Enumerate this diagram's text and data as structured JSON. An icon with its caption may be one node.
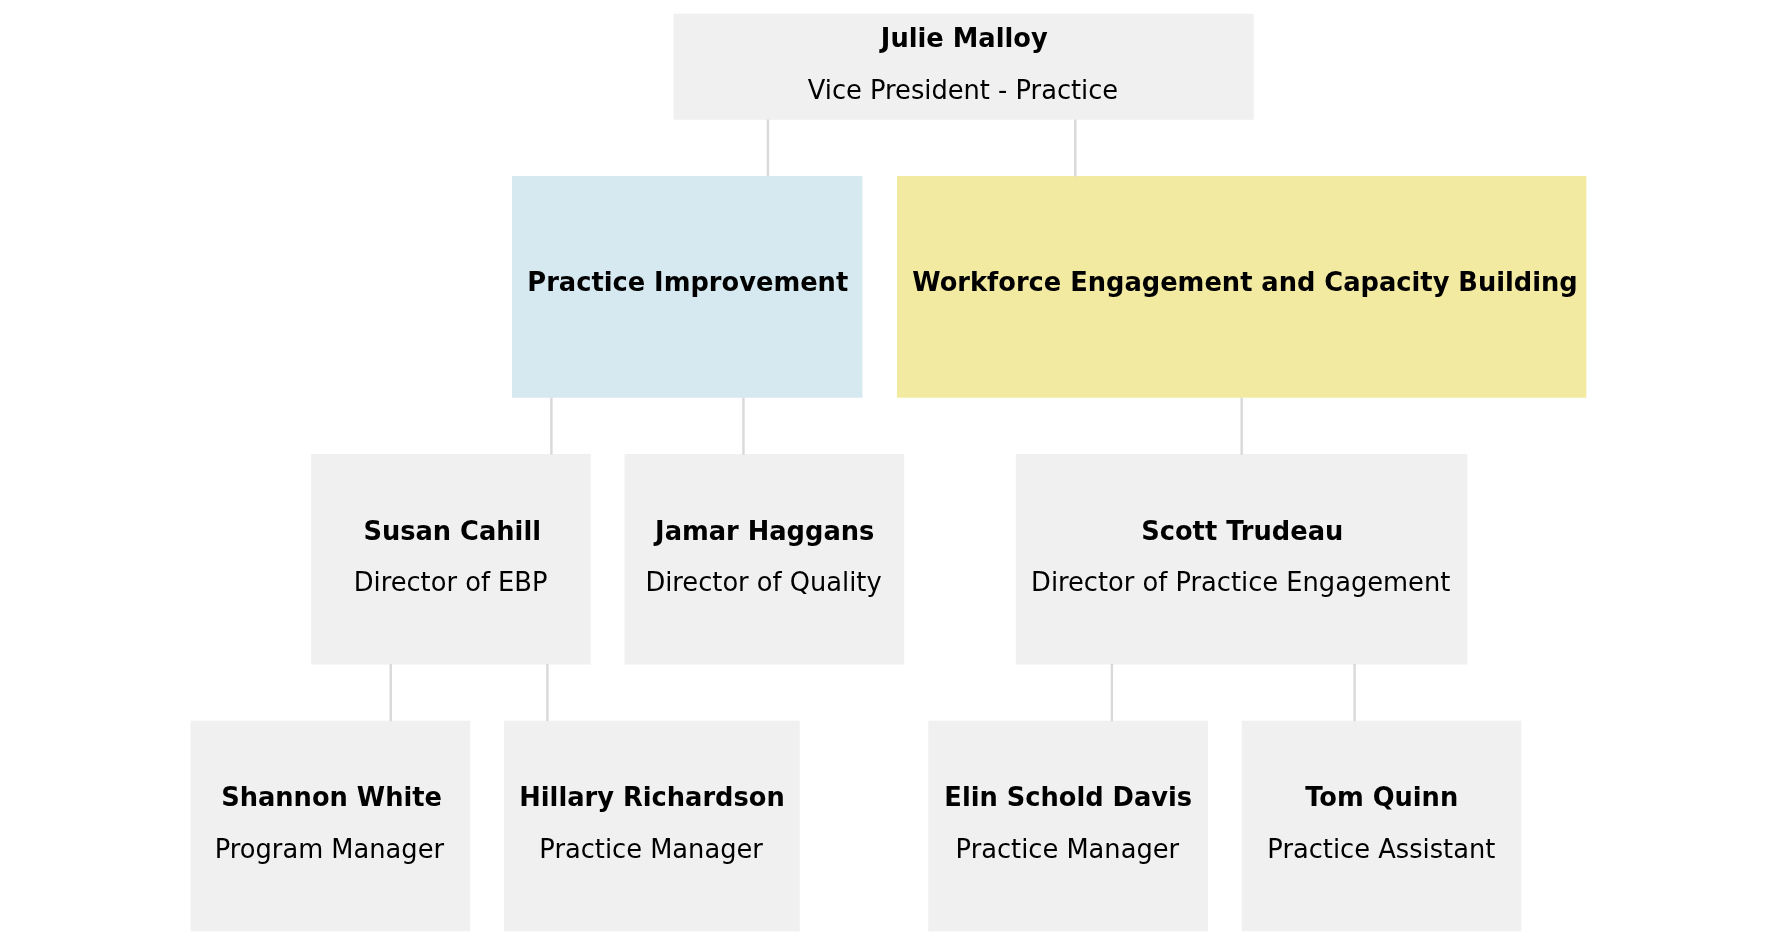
{
  "diagram": {
    "nodes": [
      {
        "text": [
          "Julie Malloy",
          "Vice President - Practice"
        ]
      },
      {
        "text": [
          "Practice Improvement"
        ]
      },
      {
        "text": [
          "Workforce Engagement and Capacity Building"
        ]
      },
      {
        "text": [
          "Susan Cahill",
          "Director of EBP"
        ]
      },
      {
        "text": [
          "Jamar Haggans",
          "Director of Quality"
        ]
      },
      {
        "text": [
          "Scott Trudeau",
          "Director of Practice Engagement"
        ]
      },
      {
        "text": [
          "Shannon White",
          "Program Manager"
        ]
      },
      {
        "text": [
          "Hillary Richardson",
          "Practice Manager"
        ]
      },
      {
        "text": [
          "Elin Schold Davis",
          "Practice Manager"
        ]
      },
      {
        "text": [
          "Tom Quinn",
          "Practice Assistant"
        ]
      }
    ],
    "edges": [
      {
        "from": 0,
        "to": 1,
        "arrow": "none"
      },
      {
        "from": 0,
        "to": 2,
        "arrow": "none"
      },
      {
        "from": 1,
        "to": 3,
        "arrow": "none"
      },
      {
        "from": 1,
        "to": 4,
        "arrow": "none"
      },
      {
        "from": 2,
        "to": 5,
        "arrow": "none"
      },
      {
        "from": 3,
        "to": 6,
        "arrow": "none"
      },
      {
        "from": 3,
        "to": 7,
        "arrow": "none"
      },
      {
        "from": 5,
        "to": 8,
        "arrow": "none"
      },
      {
        "from": 5,
        "to": 9,
        "arrow": "none"
      }
    ]
  }
}
